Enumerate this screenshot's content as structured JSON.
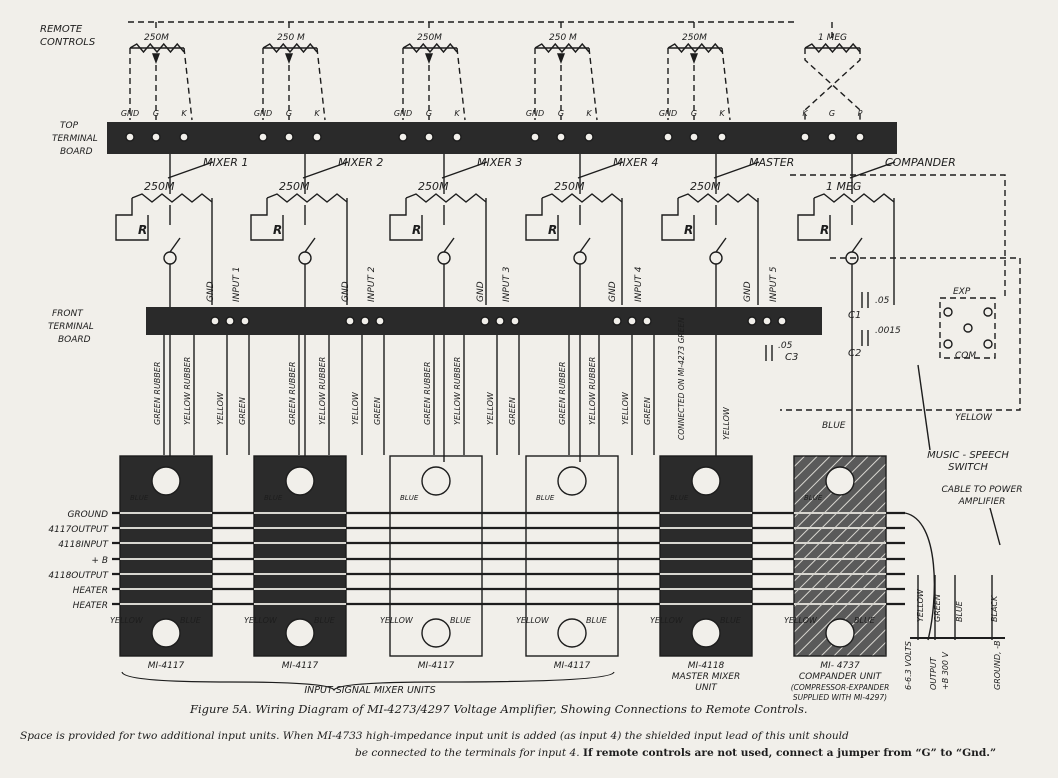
{
  "labels": {
    "remote_controls": [
      "REMOTE",
      "CONTROLS"
    ],
    "top_terminal_board": [
      "TOP",
      "TERMINAL",
      "BOARD"
    ],
    "front_terminal_board": [
      "FRONT",
      "TERMINAL",
      "BOARD"
    ],
    "remote_pots": [
      "250M",
      "250 M",
      "250M",
      "250 M",
      "250M",
      "1 MEG"
    ],
    "top_terms": [
      "GND",
      "G",
      "K",
      "GND",
      "G",
      "K",
      "GND",
      "G",
      "K",
      "GND",
      "G",
      "K",
      "GND",
      "G",
      "K",
      "K",
      "G",
      "P"
    ],
    "mixers": [
      "MIXER 1",
      "MIXER 2",
      "MIXER 3",
      "MIXER 4",
      "MASTER",
      "COMPANDER"
    ],
    "pot_values": [
      "250M",
      "250M",
      "250M",
      "250M",
      "250M",
      "1 MEG"
    ],
    "pot_r": "R",
    "front_terms": [
      "GND",
      "INPUT 1",
      "GND",
      "INPUT 2",
      "GND",
      "INPUT 3",
      "GND",
      "INPUT 4",
      "GND",
      "INPUT 5"
    ],
    "wire_colors": [
      "GREEN RUBBER",
      "YELLOW RUBBER",
      "YELLOW",
      "GREEN"
    ],
    "master_wires": [
      "CONNECTED ON MI-4273 GREEN",
      "YELLOW"
    ],
    "capacitors": [
      "C1",
      ".05",
      "C2",
      ".0015",
      ".05",
      "C3"
    ],
    "switch_terms": [
      "EXP",
      "COM"
    ],
    "music_speech": [
      "MUSIC - SPEECH",
      "SWITCH"
    ],
    "yellow_label": "YELLOW",
    "blue_label": "BLUE",
    "bus_labels": [
      "GROUND",
      "4117OUTPUT",
      "4118INPUT",
      "+ B",
      "4118OUTPUT",
      "HEATER",
      "HEATER"
    ],
    "unit_blue": "BLUE",
    "unit_yellow": "YELLOW",
    "cable_label": [
      "CABLE TO POWER",
      "AMPLIFIER"
    ],
    "cable_wires": [
      "YELLOW",
      "GREEN",
      "BLUE",
      "BLACK"
    ],
    "output_labels": [
      "6-6.3 VOLTS",
      "OUTPUT",
      "+B 300 V",
      "GROUND, -B"
    ],
    "units": [
      "MI-4117",
      "MI-4117",
      "MI-4117",
      "MI-4117"
    ],
    "master_unit": [
      "MI-4118",
      "MASTER MIXER",
      "UNIT"
    ],
    "compander_unit": [
      "MI- 4737",
      "COMPANDER UNIT",
      "(COMPRESSOR-EXPANDER",
      "SUPPLIED WITH MI-4297)"
    ],
    "input_mixers": "INPUT SIGNAL MIXER UNITS"
  },
  "caption": {
    "figure": "Figure 5A.  Wiring Diagram of MI-4273/4297 Voltage Amplifier, Showing Connections to Remote Controls.",
    "note_line1": "Space is provided for two additional input units.  When MI-4733 high-impedance input unit is added (as input 4) the shielded input lead of this unit should",
    "note_line2a": "be connected to the terminals for input 4.  ",
    "note_line2b": "If remote controls are not used, connect a jumper from “G” to “Gnd.”"
  }
}
